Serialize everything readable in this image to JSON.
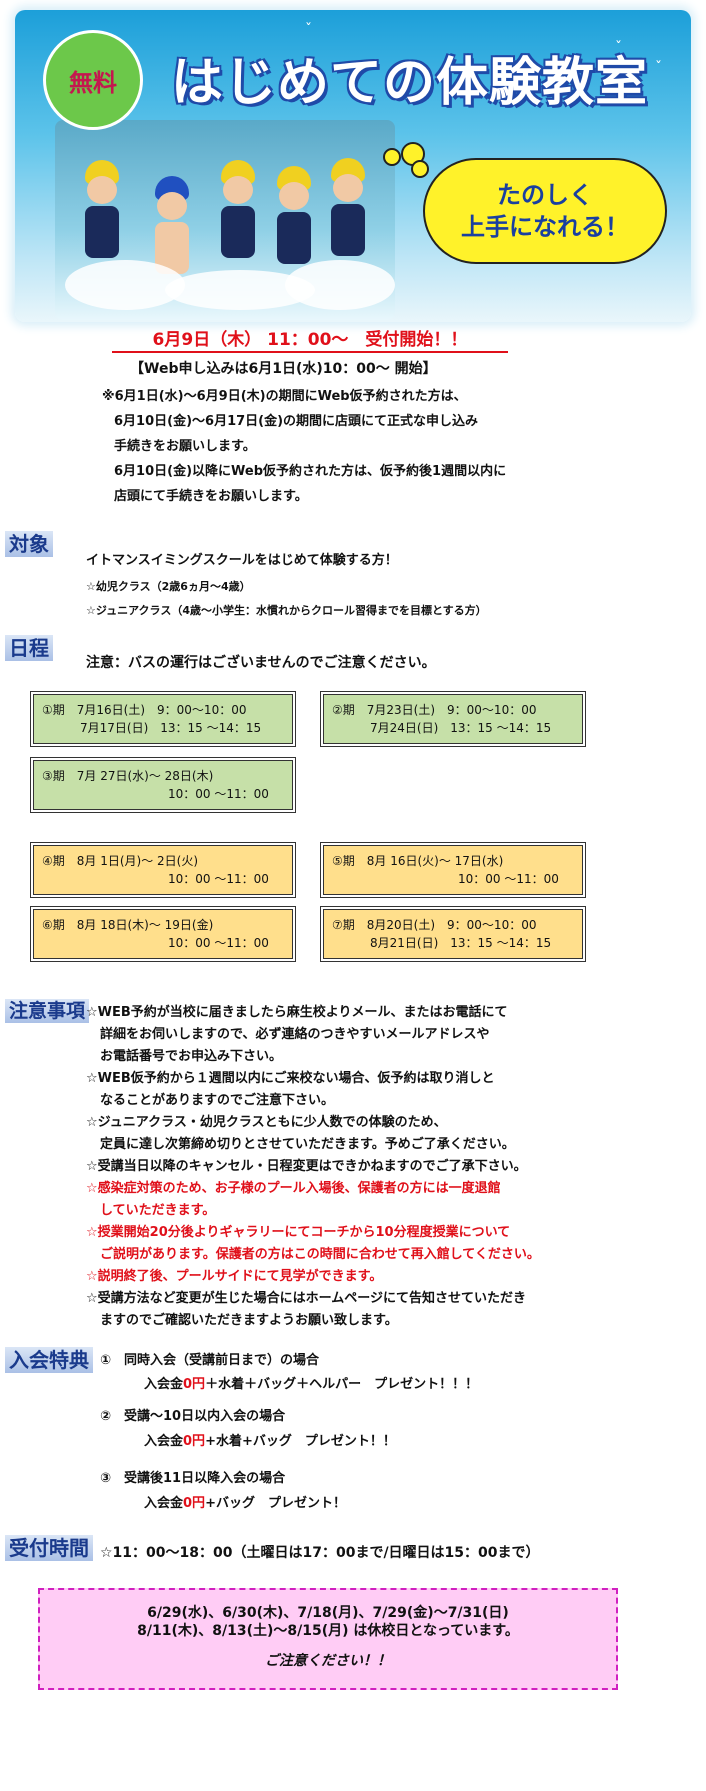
{
  "banner": {
    "badge": "無料",
    "title": "はじめての体験教室",
    "cloud_line1": "たのしく",
    "cloud_line2": "上手になれる！"
  },
  "intro": {
    "headline": "6月9日（木） 11：00～　受付開始！！",
    "web": "【Web申し込みは6月1日(水)10：00～ 開始】",
    "notes": [
      "※6月1日(水)～6月9日(木)の期間にWeb仮予約された方は、",
      "6月10日(金)～6月17日(金)の期間に店頭にて正式な申し込み",
      "手続きをお願いします。",
      "6月10日(金)以降にWeb仮予約された方は、仮予約後1週間以内に",
      "店頭にて手続きをお願いします。"
    ]
  },
  "target": {
    "header": "対象",
    "main": "イトマンスイミングスクールをはじめて体験する方！",
    "item1": "☆幼児クラス（2歳6ヵ月～4歳）",
    "item2": "☆ジュニアクラス（4歳～小学生：水慣れからクロール習得までを目標とする方）"
  },
  "schedule": {
    "header": "日程",
    "note": "注意：バスの運行はございませんのでご注意ください。",
    "periods": [
      {
        "l1": "①期　7月16日(土)　9：00～10：00",
        "l2": "7月17日(日)　13：15 ～14：15"
      },
      {
        "l1": "②期　7月23日(土)　9：00～10：00",
        "l2": "7月24日(日)　13：15 ～14：15"
      },
      {
        "l1": "③期　7月 27日(水)～ 28日(木)",
        "l2": "10：00 ～11：00"
      },
      {
        "l1": "④期　8月 1日(月)～ 2日(火)",
        "l2": "10：00 ～11：00"
      },
      {
        "l1": "⑤期　8月 16日(火)～ 17日(水)",
        "l2": "10：00 ～11：00"
      },
      {
        "l1": "⑥期　8月 18日(木)～ 19日(金)",
        "l2": "10：00 ～11：00"
      },
      {
        "l1": "⑦期　8月20日(土)　9：00～10：00",
        "l2": "8月21日(日)　13：15 ～14：15"
      }
    ]
  },
  "cautions": {
    "header": "注意事項",
    "lines": [
      "☆WEB予約が当校に届きましたら麻生校よりメール、またはお電話にて",
      "詳細をお伺いしますので、必ず連絡のつきやすいメールアドレスや",
      "お電話番号でお申込み下さい。",
      "☆WEB仮予約から１週間以内にご来校ない場合、仮予約は取り消しと",
      "なることがありますのでご注意下さい。",
      "☆ジュニアクラス・幼児クラスともに少人数での体験のため、",
      "定員に達し次第締め切りとさせていただきます。予めご了承ください。",
      "☆受講当日以降のキャンセル・日程変更はできかねますのでご了承下さい。",
      "☆感染症対策のため、お子様のプール入場後、保護者の方には一度退館",
      "していただきます。",
      "☆授業開始20分後よりギャラリーにてコーチから10分程度授業について",
      "ご説明があります。保護者の方はこの時間に合わせて再入館してください。",
      "☆説明終了後、プールサイドにて見学ができます。",
      "☆受講方法など変更が生じた場合にはホームページにて告知させていただき",
      "ますのでご確認いただきますようお願い致します。"
    ]
  },
  "benefits": {
    "header": "入会特典",
    "b1_title": "①　同時入会（受講前日まで）の場合",
    "b1_pre": "入会金",
    "b1_red": "0円",
    "b1_post": "＋水着＋バッグ＋ヘルパー　プレゼント！！！",
    "b2_title": "②　受講～10日以内入会の場合",
    "b2_pre": "入会金",
    "b2_red": "0円",
    "b2_post": "+水着+バッグ　プレゼント！！",
    "b3_title": "③　受講後11日以降入会の場合",
    "b3_pre": "入会金",
    "b3_red": "0円",
    "b3_post": "+バッグ　プレゼント！"
  },
  "hours": {
    "header": "受付時間",
    "text": "☆11：00～18：00（土曜日は17：00まで/日曜日は15：00まで）"
  },
  "closed": {
    "line1": "6/29(水)、6/30(木)、7/18(月)、7/29(金)～7/31(日)",
    "line2": "8/11(木)、8/13(土)～8/15(月) は休校日となっています。",
    "line3": "ご注意ください！！"
  },
  "colors": {
    "red": "#e0101a",
    "navy": "#1a3a8c",
    "green_box": "#c6e0a8",
    "orange_box": "#ffdf8c",
    "pink_box": "#ffccf5"
  }
}
